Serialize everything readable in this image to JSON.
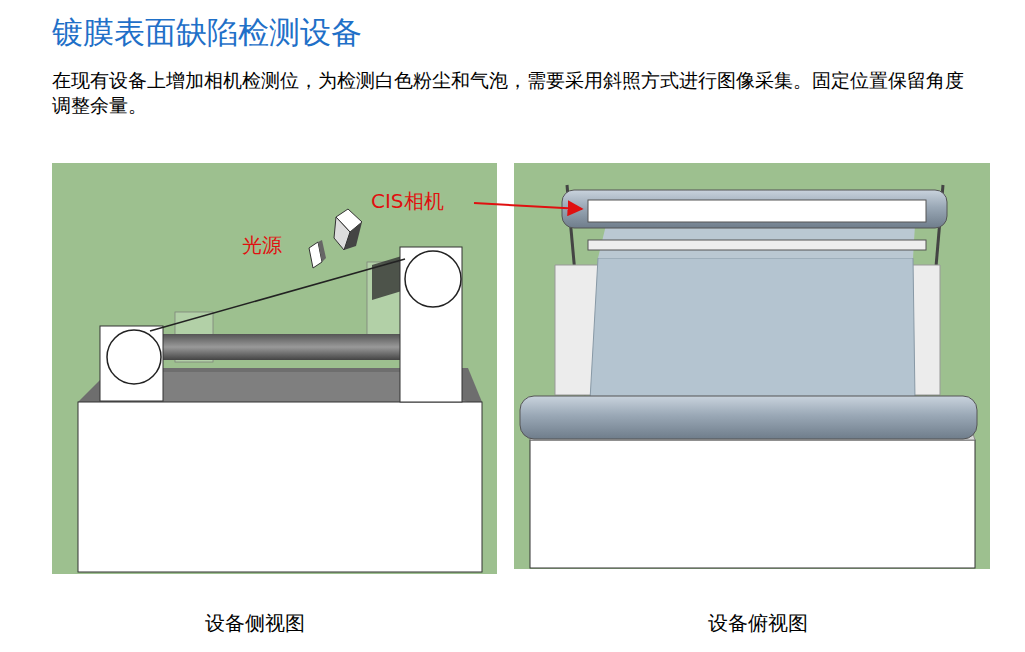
{
  "diagram": {
    "title": "镀膜表面缺陷检测设备",
    "labels": [
      "在现有设备上增加相机检测位，为检测白色粉尘和气泡，需要采用斜照方式进行图像采集。固定位置保留角度调整余量。",
      "CIS相机",
      "光源",
      "设备侧视图",
      "设备俯视图"
    ]
  }
}
